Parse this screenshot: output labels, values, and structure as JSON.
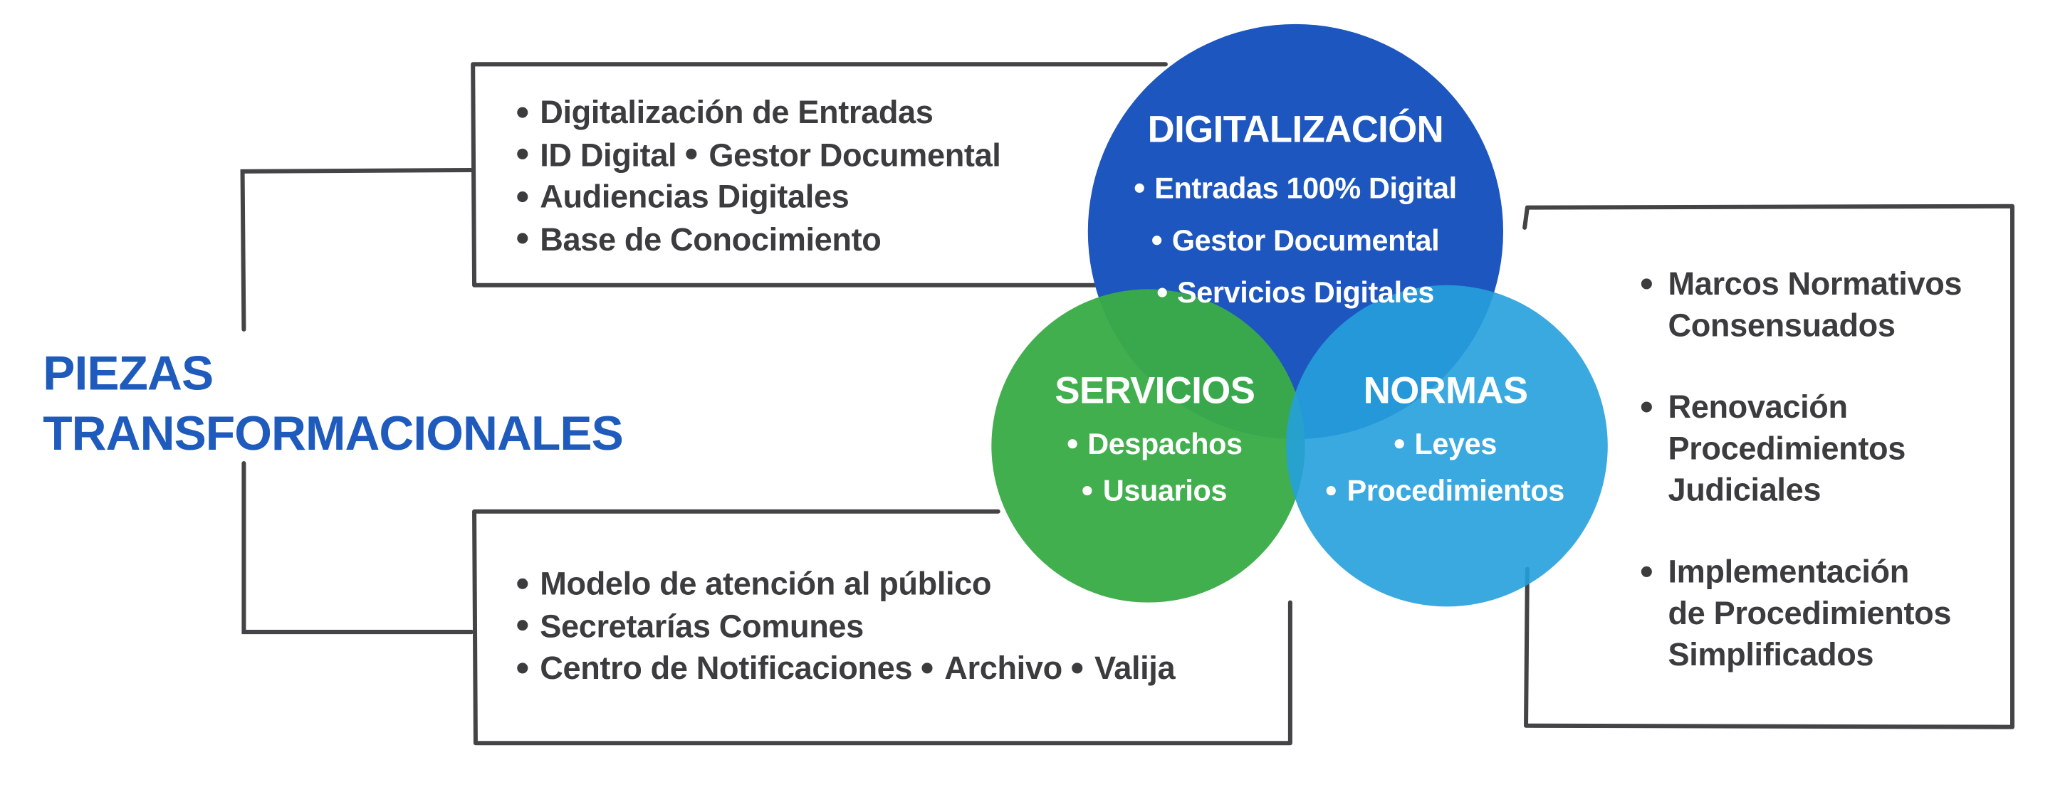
{
  "title": {
    "line1": "PIEZAS",
    "line2": "TRANSFORMACIONALES"
  },
  "top_box": {
    "items": [
      "Digitalización de Entradas",
      "ID Digital",
      "Gestor Documental",
      "Audiencias Digitales",
      "Base de Conocimiento"
    ]
  },
  "bottom_box": {
    "items": [
      "Modelo de atención al público",
      "Secretarías Comunes",
      "Centro de Notificaciones",
      "Archivo",
      "Valija"
    ]
  },
  "right_box": {
    "groups": [
      {
        "line1": "Marcos Normativos",
        "line2": "Consensuados",
        "line3": ""
      },
      {
        "line1": "Renovación",
        "line2": "Procedimientos",
        "line3": "Judiciales"
      },
      {
        "line1": "Implementación",
        "line2": "de Procedimientos",
        "line3": "Simplificados"
      }
    ]
  },
  "circles": {
    "digitalizacion": {
      "heading": "DIGITALIZACIÓN",
      "items": [
        "Entradas 100% Digital",
        "Gestor Documental",
        "Servicios Digitales"
      ],
      "color": "#1e56c0"
    },
    "servicios": {
      "heading": "SERVICIOS",
      "items": [
        "Despachos",
        "Usuarios"
      ],
      "color": "#3aac48"
    },
    "normas": {
      "heading": "NORMAS",
      "items": [
        "Leyes",
        "Procedimientos"
      ],
      "color": "#25a0dc"
    }
  },
  "colors": {
    "title": "#1e5bbd",
    "text": "#3c3c3e",
    "frame": "#444446"
  }
}
